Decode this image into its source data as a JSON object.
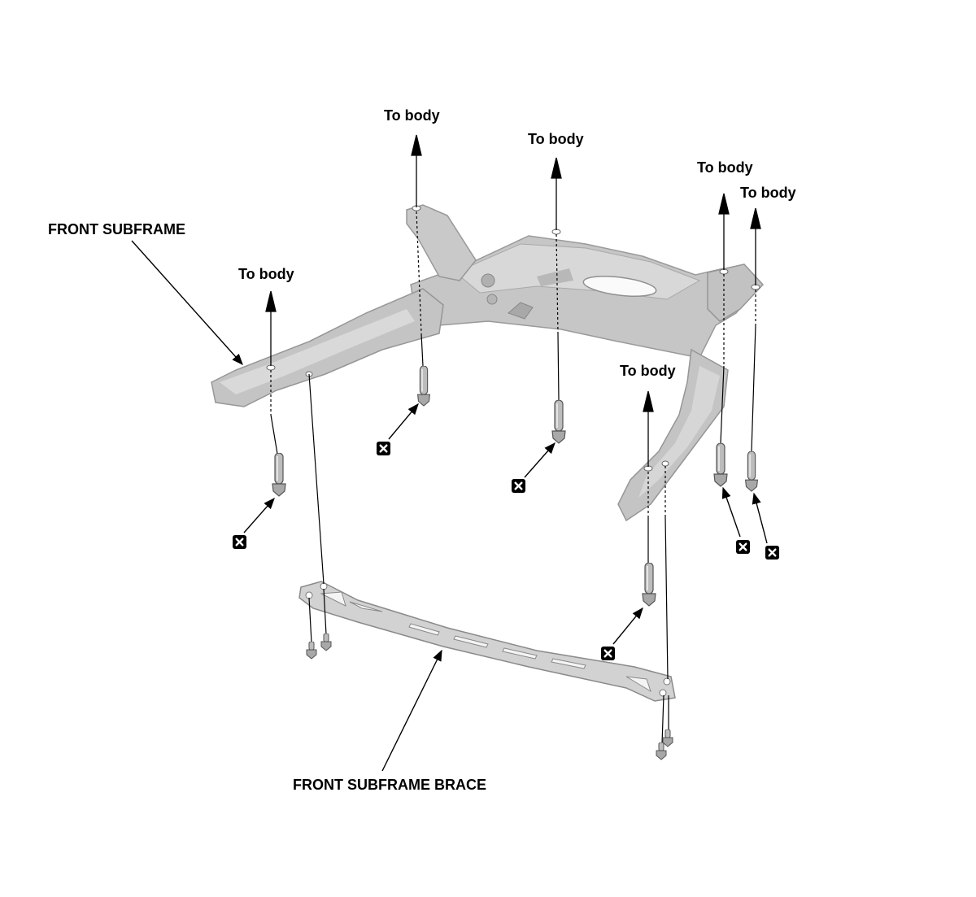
{
  "labels": {
    "front_subframe": "FRONT SUBFRAME",
    "front_subframe_brace": "FRONT SUBFRAME BRACE",
    "to_body": "To body"
  },
  "colors": {
    "part_fill": "#c4c4c4",
    "part_light": "#dadada",
    "part_dark": "#8f8f8f",
    "line": "#000000",
    "replace_marker": "#000000"
  },
  "icons": {
    "replace_marker": "x-square-icon"
  }
}
